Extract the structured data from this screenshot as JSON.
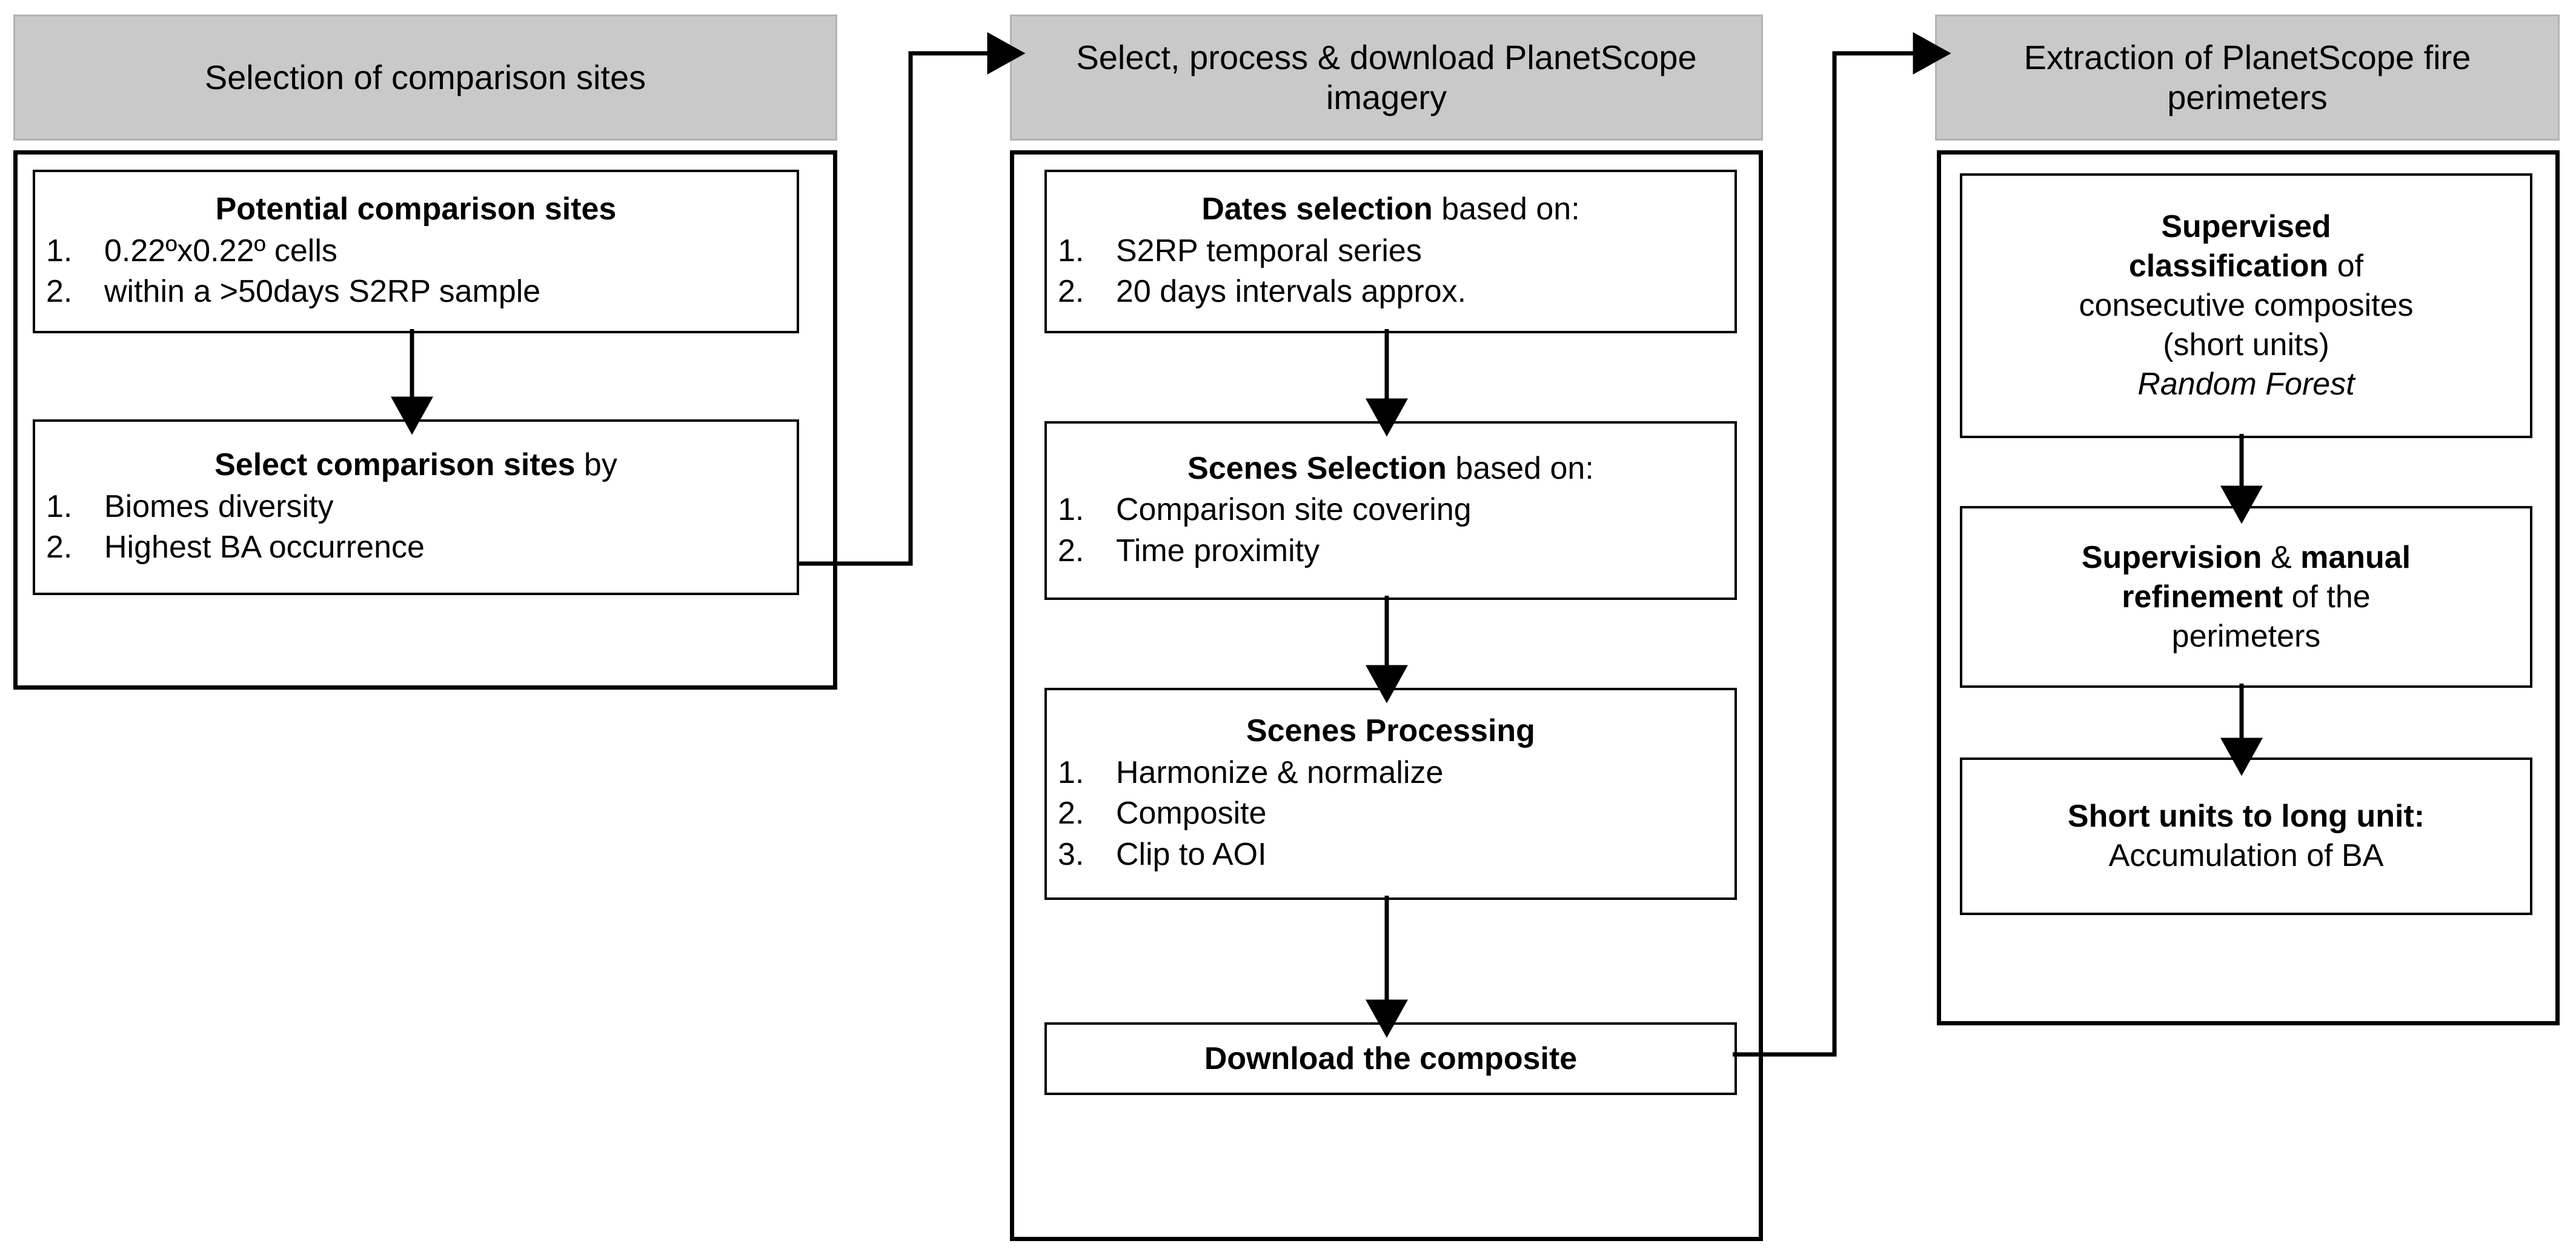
{
  "diagram": {
    "title": "PlanetScope fire perimeter extraction workflow",
    "type": "flowchart",
    "orientation": "left-to-right, three stages",
    "colors": {
      "header_fill": "#c9c9c9",
      "header_border": "#b3b3b3",
      "box_border": "#000000",
      "box_fill": "#ffffff",
      "connector": "#000000",
      "text": "#000000"
    }
  },
  "stages": [
    {
      "id": "selection-of-comparison-sites",
      "header": "Selection of comparison sites",
      "nodes": [
        {
          "id": "potential-comparison-sites",
          "title_bold": "Potential comparison sites",
          "title_rest": "",
          "steps": [
            {
              "num": "1.",
              "text": "0.22ºx0.22º cells"
            },
            {
              "num": "2.",
              "text": "within a >50days S2RP sample"
            }
          ]
        },
        {
          "id": "select-comparison-sites",
          "title_bold": "Select comparison sites",
          "title_rest": " by",
          "steps": [
            {
              "num": "1.",
              "text": "Biomes diversity"
            },
            {
              "num": "2.",
              "text": "Highest BA occurrence"
            }
          ]
        }
      ]
    },
    {
      "id": "select-process-download-planetscope-imagery",
      "header": "Select, process & download PlanetScope imagery",
      "nodes": [
        {
          "id": "dates-selection",
          "title_bold": "Dates selection",
          "title_rest": " based on:",
          "steps": [
            {
              "num": "1.",
              "text": "S2RP temporal series"
            },
            {
              "num": "2.",
              "text": "20 days intervals approx."
            }
          ]
        },
        {
          "id": "scenes-selection",
          "title_bold": "Scenes Selection",
          "title_rest": " based on:",
          "steps": [
            {
              "num": "1.",
              "text": "Comparison site covering"
            },
            {
              "num": "2.",
              "text": "Time proximity"
            }
          ]
        },
        {
          "id": "scenes-processing",
          "title_bold": "Scenes Processing",
          "title_rest": "",
          "steps": [
            {
              "num": "1.",
              "text": "Harmonize & normalize"
            },
            {
              "num": "2.",
              "text": "Composite"
            },
            {
              "num": "3.",
              "text": "Clip to AOI"
            }
          ]
        },
        {
          "id": "download-the-composite",
          "title_bold": "Download the composite",
          "title_rest": "",
          "steps": []
        }
      ]
    },
    {
      "id": "extraction-of-planetscope-fire-perimeters",
      "header": "Extraction of PlanetScope fire perimeters",
      "nodes": [
        {
          "id": "supervised-classification",
          "lines": [
            {
              "bold": "Supervised",
              "rest": ""
            },
            {
              "bold": "classification",
              "rest": " of"
            },
            {
              "bold": "",
              "rest": "consecutive composites"
            },
            {
              "bold": "",
              "rest": "(short units)"
            },
            {
              "bold": "",
              "rest": "",
              "italic": "Random Forest"
            }
          ]
        },
        {
          "id": "supervision-manual-refinement",
          "lines": [
            {
              "bold": "Supervision",
              "rest": " & ",
              "bold2": "manual"
            },
            {
              "bold": "refinement",
              "rest": " of the"
            },
            {
              "bold": "",
              "rest": "perimeters"
            }
          ]
        },
        {
          "id": "short-units-to-long-unit",
          "lines": [
            {
              "bold": "Short units to long unit:",
              "rest": ""
            },
            {
              "bold": "",
              "rest": "Accumulation of BA"
            }
          ]
        }
      ]
    }
  ],
  "connectors": [
    {
      "id": "potential-to-select",
      "from": "potential-comparison-sites",
      "to": "select-comparison-sites",
      "style": "vertical-arrow"
    },
    {
      "id": "select-sites-to-stage2",
      "from": "select-comparison-sites",
      "to": "select-process-download-planetscope-imagery",
      "style": "elbow-arrow"
    },
    {
      "id": "dates-to-scenes-selection",
      "from": "dates-selection",
      "to": "scenes-selection",
      "style": "vertical-arrow"
    },
    {
      "id": "scenes-selection-to-processing",
      "from": "scenes-selection",
      "to": "scenes-processing",
      "style": "vertical-arrow"
    },
    {
      "id": "processing-to-download",
      "from": "scenes-processing",
      "to": "download-the-composite",
      "style": "vertical-arrow"
    },
    {
      "id": "download-to-stage3",
      "from": "download-the-composite",
      "to": "extraction-of-planetscope-fire-perimeters",
      "style": "elbow-arrow"
    },
    {
      "id": "classification-to-supervision",
      "from": "supervised-classification",
      "to": "supervision-manual-refinement",
      "style": "vertical-arrow"
    },
    {
      "id": "supervision-to-short-units",
      "from": "supervision-manual-refinement",
      "to": "short-units-to-long-unit",
      "style": "vertical-arrow"
    }
  ]
}
